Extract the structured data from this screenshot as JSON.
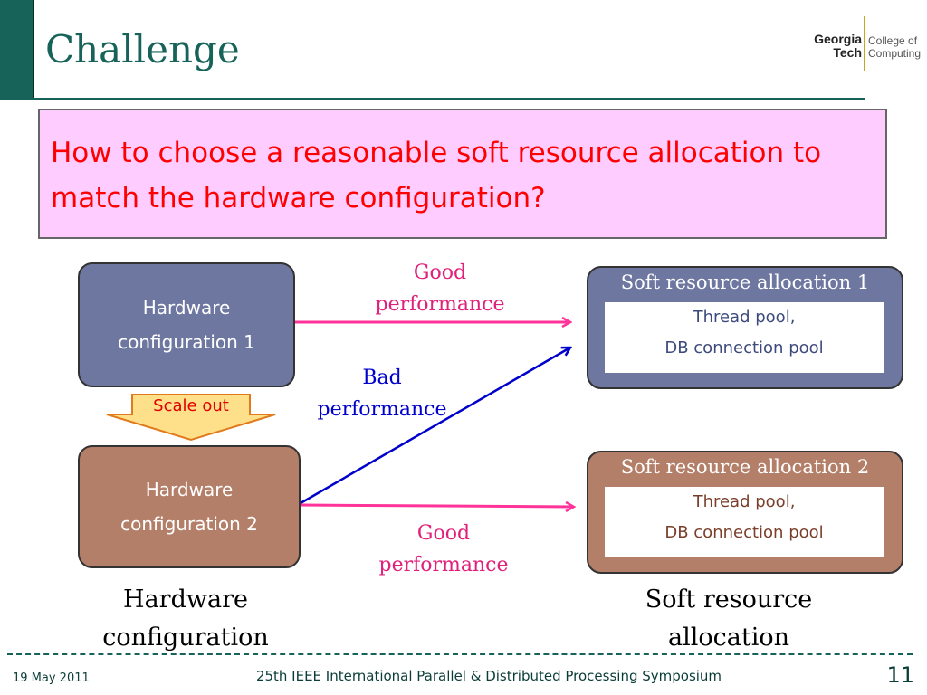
{
  "title": "Challenge",
  "logo": {
    "line1": "Georgia",
    "line2": "Tech",
    "college_line1": "College of",
    "college_line2": "Computing"
  },
  "question": "How to choose a reasonable soft resource allocation to match the hardware configuration?",
  "hardware": {
    "config1": {
      "line1": "Hardware",
      "line2": "configuration 1"
    },
    "config2": {
      "line1": "Hardware",
      "line2": "configuration 2"
    },
    "scale_out": "Scale out"
  },
  "soft": {
    "alloc1": {
      "title": "Soft resource allocation 1",
      "line1": "Thread pool,",
      "line2": "DB connection pool"
    },
    "alloc2": {
      "title": "Soft resource allocation 2",
      "line1": "Thread pool,",
      "line2": "DB connection pool"
    }
  },
  "edges": {
    "good1": {
      "line1": "Good",
      "line2": "performance"
    },
    "bad": {
      "line1": "Bad",
      "line2": "performance"
    },
    "good2": {
      "line1": "Good",
      "line2": "performance"
    }
  },
  "columns": {
    "hardware": {
      "line1": "Hardware",
      "line2": "configuration"
    },
    "soft": {
      "line1": "Soft resource",
      "line2": "allocation"
    }
  },
  "footer": {
    "date": "19 May 2011",
    "conference": "25th IEEE International Parallel & Distributed Processing Symposium",
    "page": "11"
  },
  "colors": {
    "theme": "#17635a",
    "question_bg": "#ffccff",
    "question_text": "#ff0000",
    "config1": "#6e77a0",
    "config2": "#b47f68",
    "good_arrow": "#ff3399",
    "bad_arrow": "#0000cc",
    "scale_out_fill": "#ffe08a"
  }
}
